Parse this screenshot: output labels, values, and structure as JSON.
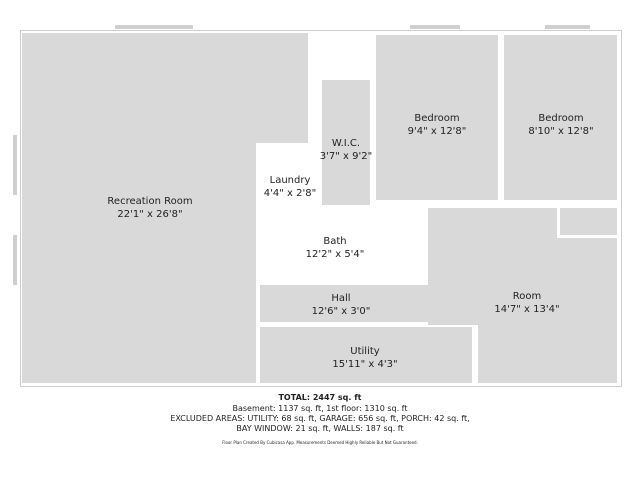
{
  "rooms": [
    {
      "name": "Recreation Room",
      "size": "22'1\" x 26'8\""
    },
    {
      "name": "W.I.C.",
      "size": "3'7\" x 9'2\""
    },
    {
      "name": "Bedroom",
      "size": "9'4\" x 12'8\""
    },
    {
      "name": "Bedroom",
      "size": "8'10\" x 12'8\""
    },
    {
      "name": "Laundry",
      "size": "4'4\" x 2'8\""
    },
    {
      "name": "Bath",
      "size": "12'2\" x 5'4\""
    },
    {
      "name": "Hall",
      "size": "12'6\" x 3'0\""
    },
    {
      "name": "Room",
      "size": "14'7\" x 13'4\""
    },
    {
      "name": "Utility",
      "size": "15'11\" x 4'3\""
    }
  ],
  "summary": {
    "total": "TOTAL: 2447 sq. ft",
    "floors": "Basement: 1137 sq. ft, 1st floor: 1310 sq. ft",
    "excluded": "EXCLUDED AREAS: UTILITY: 68 sq. ft, GARAGE: 656 sq. ft, PORCH: 42 sq. ft,",
    "excluded2": "BAY WINDOW: 21 sq. ft, WALLS: 187 sq. ft",
    "disclaimer": "Floor Plan Created By Cubicasa App. Measurements Deemed Highly Reliable But Not Guaranteed."
  },
  "colors": {
    "room_fill": "#d9d9d9",
    "wall": "#ffffff"
  }
}
